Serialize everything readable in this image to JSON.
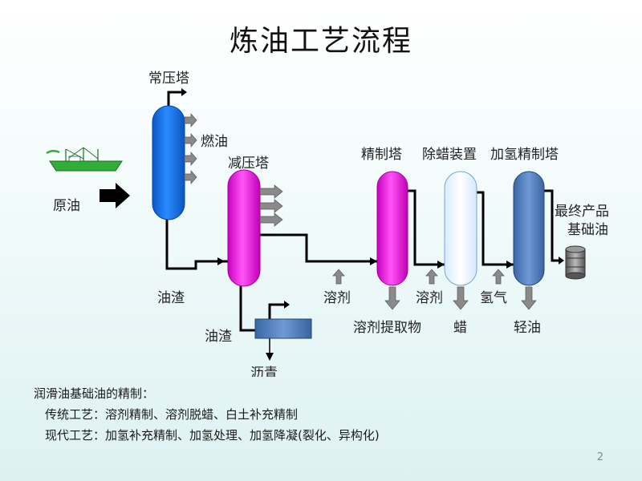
{
  "title": "炼油工艺流程",
  "labels": {
    "atmospheric_tower": "常压塔",
    "fuel_oil": "燃油",
    "crude_oil": "原油",
    "vacuum_tower": "减压塔",
    "residue_1": "油渣",
    "residue_2": "油渣",
    "asphalt": "沥青",
    "solvent_1": "溶剂",
    "refining_tower": "精制塔",
    "solvent_extract": "溶剂提取物",
    "dewaxing_unit": "除蜡装置",
    "solvent_2": "溶剂",
    "wax": "蜡",
    "hydrofining_tower": "加氢精制塔",
    "hydrogen": "氢气",
    "light_oil": "轻油",
    "final_product_line1": "最终产品",
    "final_product_line2": "基础油"
  },
  "notes": {
    "heading": "润滑油基础油的精制：",
    "traditional": "传统工艺：溶剂精制、溶剂脱蜡、白土补充精制",
    "modern": "现代工艺：加氢补充精制、加氢处理、加氢降凝(裂化、异构化)"
  },
  "page_number": "2",
  "colors": {
    "atmospheric_tower": "#0f6fe8",
    "vacuum_tower": "#ee18e0",
    "refining_tower": "#ee18e0",
    "dewaxing_unit": "#eef8ff",
    "hydrofining_tower": "#4f7fbd",
    "asphalt_unit": "#4f7fbd",
    "arrow_fill": "#8a8a8a"
  }
}
